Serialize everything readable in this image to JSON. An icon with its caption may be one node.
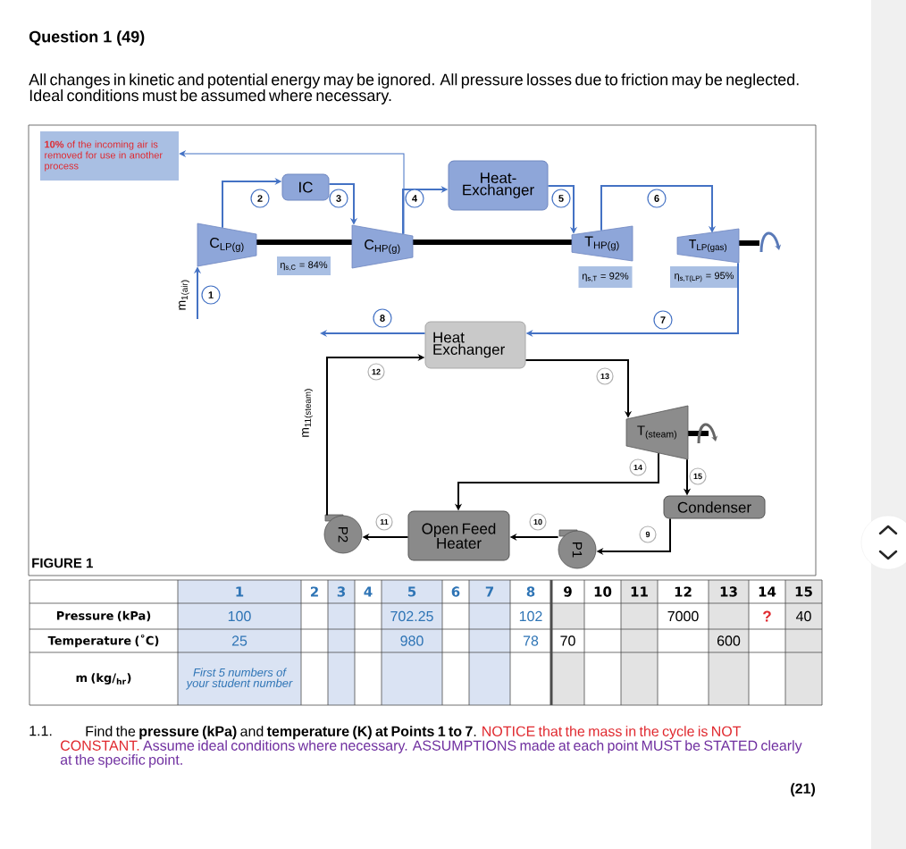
{
  "diagram": {
    "title": "Question 1 (49)",
    "nodes": [
      {
        "text": [
          "**10%** of the incoming air is removed for use in another process"
        ]
      },
      {
        "text": [
          "IC"
        ]
      },
      {
        "text": [
          "C$_{LP(g)}$"
        ]
      },
      {
        "text": [
          "C$_{HP(g)}$"
        ]
      },
      {
        "text": [
          "Heat-Exchanger"
        ]
      },
      {
        "text": [
          "T$_{HP(g)}$"
        ]
      },
      {
        "text": [
          "T$_{LP(gas)}$"
        ]
      },
      {
        "text": [
          "Heat Exchanger"
        ]
      },
      {
        "text": [
          "T$_{(steam)}$"
        ]
      },
      {
        "text": [
          "Condenser"
        ]
      },
      {
        "text": [
          "Open Feed Heater"
        ]
      },
      {
        "text": [
          "P1"
        ]
      },
      {
        "text": [
          "P2"
        ]
      },
      {
        "text": [
          "η$_{s,C}$ = 84%"
        ]
      },
      {
        "text": [
          "η$_{s,T}$ = 92%"
        ]
      },
      {
        "text": [
          "η$_{s,T(LP)}$ = 95%"
        ]
      }
    ],
    "edges": [
      {
        "from": null,
        "to": 2,
        "arrow": "to",
        "label": "1"
      },
      {
        "from": 2,
        "to": 1,
        "arrow": "to",
        "label": "2"
      },
      {
        "from": 1,
        "to": 3,
        "arrow": "to",
        "label": "3"
      },
      {
        "from": 3,
        "to": 4,
        "arrow": "to",
        "label": "4"
      },
      {
        "from": 3,
        "to": 0,
        "arrow": "to"
      },
      {
        "from": 4,
        "to": 5,
        "arrow": "to",
        "label": "5"
      },
      {
        "from": 5,
        "to": 6,
        "arrow": "to",
        "label": "6"
      },
      {
        "from": 6,
        "to": 7,
        "arrow": "to",
        "label": "7"
      },
      {
        "from": 7,
        "to": null,
        "arrow": "to",
        "label": "8"
      },
      {
        "from": 12,
        "to": 7,
        "arrow": "to",
        "label": "12",
        "color": "#000000"
      },
      {
        "from": 7,
        "to": 8,
        "arrow": "to",
        "label": "13",
        "color": "#000000"
      },
      {
        "from": 8,
        "to": 10,
        "arrow": "to",
        "label": "14",
        "color": "#000000"
      },
      {
        "from": 8,
        "to": 9,
        "arrow": "to",
        "label": "15",
        "color": "#000000"
      },
      {
        "from": 9,
        "to": 11,
        "arrow": "to",
        "label": "9",
        "color": "#000000"
      },
      {
        "from": 11,
        "to": 10,
        "arrow": "to",
        "label": "10",
        "color": "#000000"
      },
      {
        "from": 10,
        "to": 12,
        "arrow": "to",
        "label": "11",
        "color": "#000000"
      }
    ],
    "labels": [
      "All changes in kinetic and potential energy may be ignored. All pressure losses due to friction may be neglected. Ideal conditions must be assumed where necessary.",
      "m$_{1(air)}$",
      "m$_{11(steam)}$",
      "FIGURE 1",
      "1",
      "2",
      "3",
      "4",
      "5",
      "6",
      "7",
      "8",
      "9",
      "10",
      "11",
      "12",
      "13",
      "14",
      "15",
      "Pressure (kPa)",
      "100",
      "702.25",
      "102",
      "7000",
      "?",
      "40",
      "Temperature (˚C)",
      "25",
      "980",
      "78",
      "70",
      "600",
      "m (kg/$_{hr}$)",
      "First 5 numbers of your student number",
      "1.1.",
      "Find the **pressure (kPa)** and **temperature (K) at Points 1 to 7**.",
      "NOTICE that the mass in the cycle is NOT CONSTANT.",
      "Assume ideal conditions where necessary. ASSUMPTIONS made at each point MUST be STATED clearly at the specific point.",
      "(21)"
    ]
  }
}
